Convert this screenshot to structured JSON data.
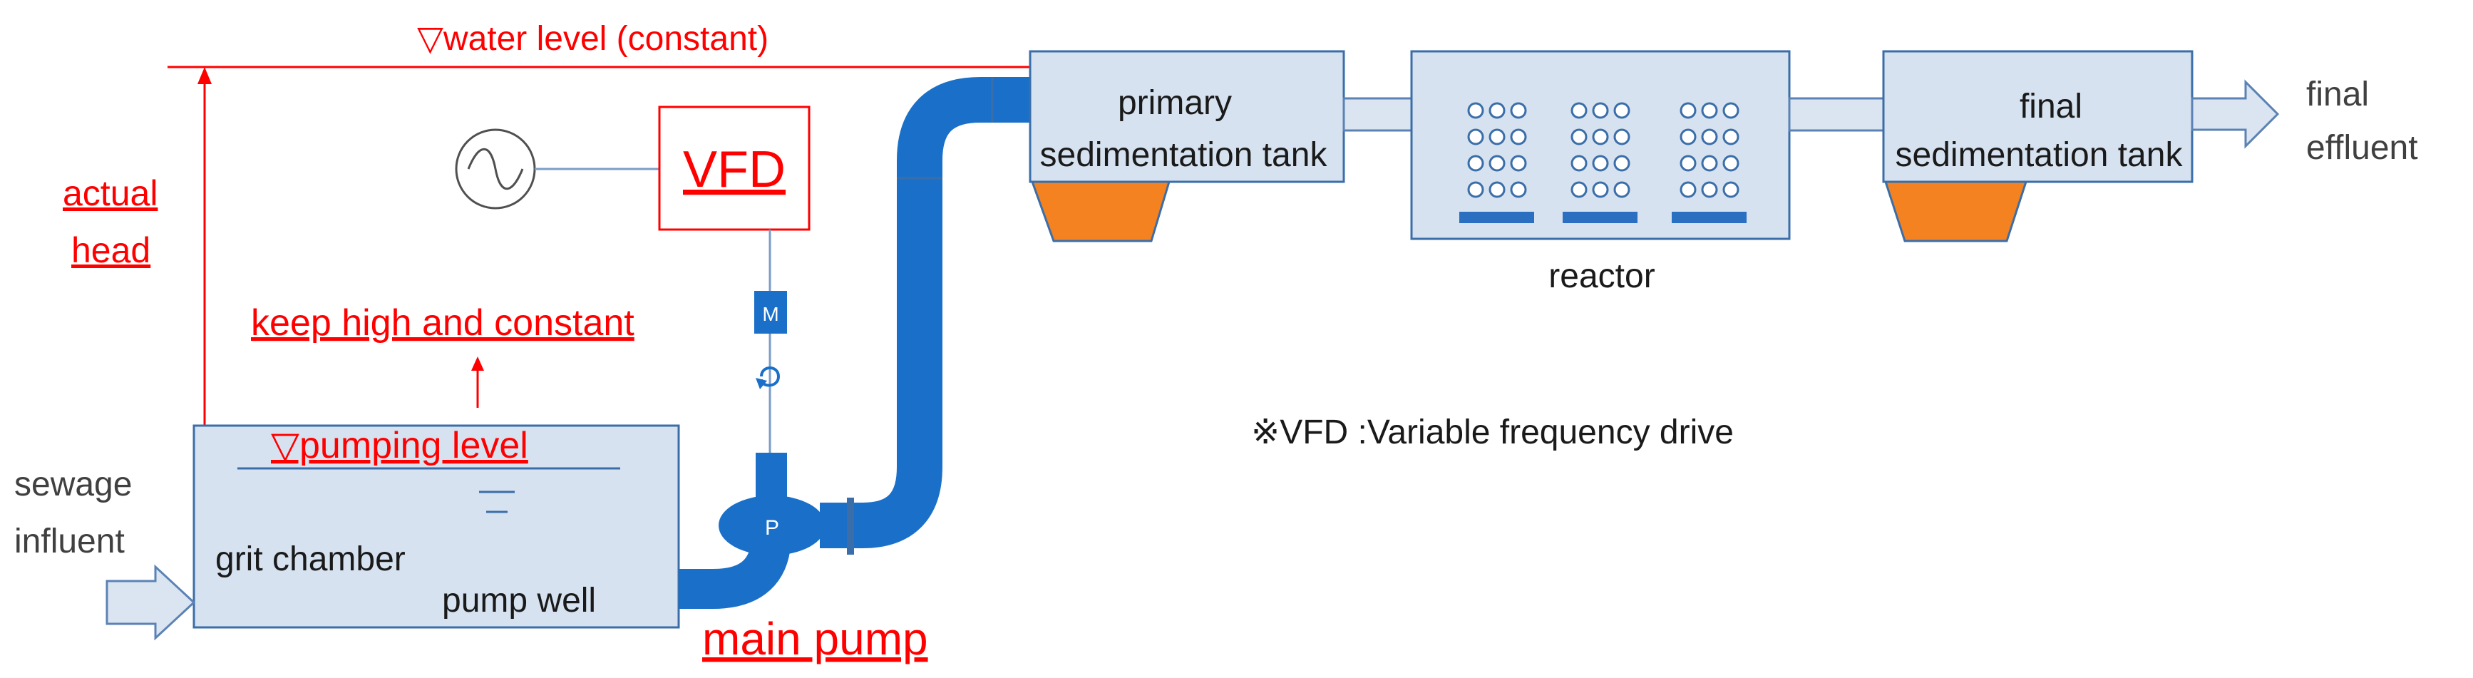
{
  "labels": {
    "water_level": "▽water level (constant)",
    "actual_head_line1": "actual",
    "actual_head_line2": "head",
    "vfd": "VFD",
    "keep_high": "keep high and constant",
    "pumping_level": "▽pumping level",
    "sewage_line1": "sewage",
    "sewage_line2": "influent",
    "grit_chamber": "grit chamber",
    "pump_well": "pump well",
    "main_pump": "main pump",
    "motor": "M",
    "pump": "P",
    "primary_line1": "primary",
    "primary_line2": "sedimentation  tank",
    "reactor": "reactor",
    "final_line1": "final",
    "final_line2": "sedimentation  tank",
    "effluent_line1": "final",
    "effluent_line2": "effluent",
    "note": "※VFD :Variable frequency drive"
  },
  "colors": {
    "annotation": "#ff0000",
    "pipe": "#1a70c8",
    "tank_fill": "#d6e2f0",
    "tank_stroke": "#3b6ea8",
    "sludge": "#f58220",
    "diffuser": "#2a6fc0",
    "arrow_fill": "#dbe5f1",
    "arrow_stroke": "#5b82b5"
  }
}
